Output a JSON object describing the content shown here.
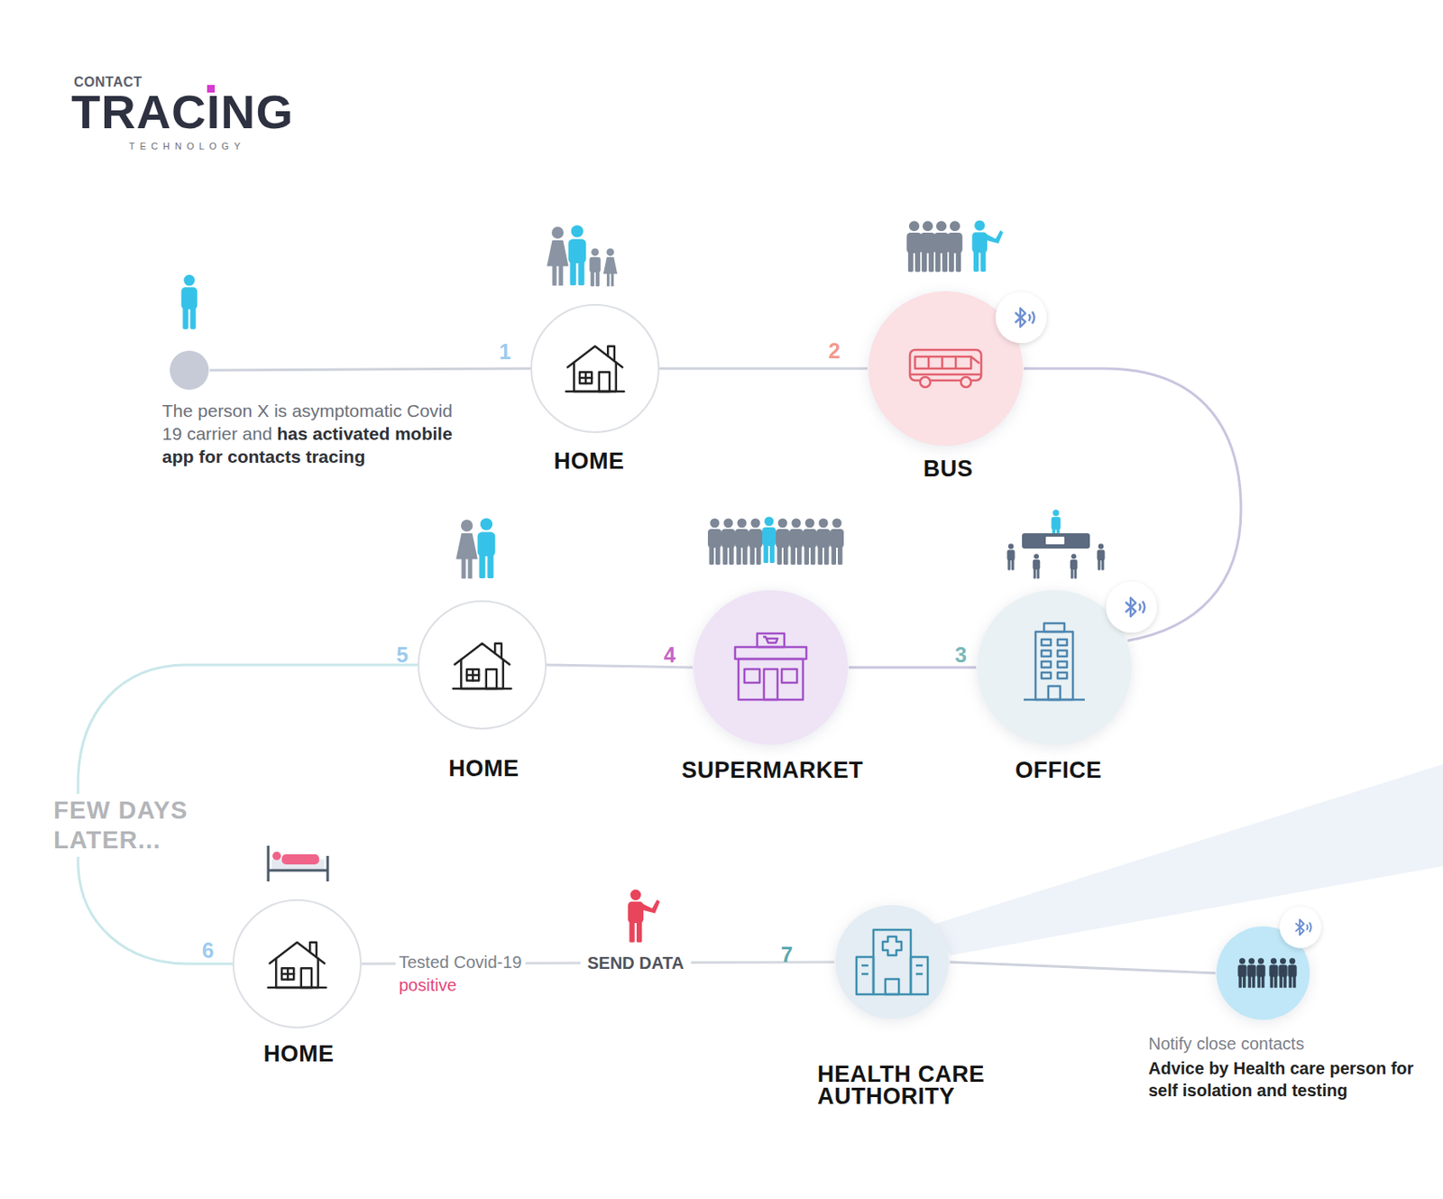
{
  "diagram": {
    "nodes": [
      {
        "text": [
          "The person X is asymptomatic Covid 19 carrier and",
          "has activated mobile app for contacts tracing"
        ]
      },
      {
        "text": [
          "HOME"
        ]
      },
      {
        "text": [
          "BUS"
        ]
      },
      {
        "text": [
          "OFFICE"
        ]
      },
      {
        "text": [
          "SUPERMARKET"
        ]
      },
      {
        "text": [
          "HOME"
        ]
      },
      {
        "text": [
          "HOME"
        ]
      },
      {
        "text": [
          "HEALTH CARE AUTHORITY"
        ]
      },
      {
        "text": [
          "Notify close contacts",
          "Advice by Health care person for self isolation and testing"
        ]
      }
    ],
    "edges": [
      {
        "from": 0,
        "to": 1,
        "arrow": "none"
      },
      {
        "from": 1,
        "to": 2,
        "arrow": "none"
      },
      {
        "from": 2,
        "to": 3,
        "arrow": "none"
      },
      {
        "from": 3,
        "to": 4,
        "arrow": "none"
      },
      {
        "from": 4,
        "to": 5,
        "arrow": "none"
      },
      {
        "from": 5,
        "to": 6,
        "label": "FEW DAYS LATER...",
        "arrow": "none"
      },
      {
        "from": 6,
        "to": 7,
        "label": "SEND DATA",
        "arrow": "none"
      },
      {
        "from": 7,
        "to": 8,
        "arrow": "none"
      }
    ],
    "labels": [
      "CONTACT",
      "TRACING",
      "TECHNOLOGY",
      "1",
      "2",
      "3",
      "4",
      "5",
      "6",
      "7",
      "Tested Covid-19",
      "positive"
    ]
  }
}
